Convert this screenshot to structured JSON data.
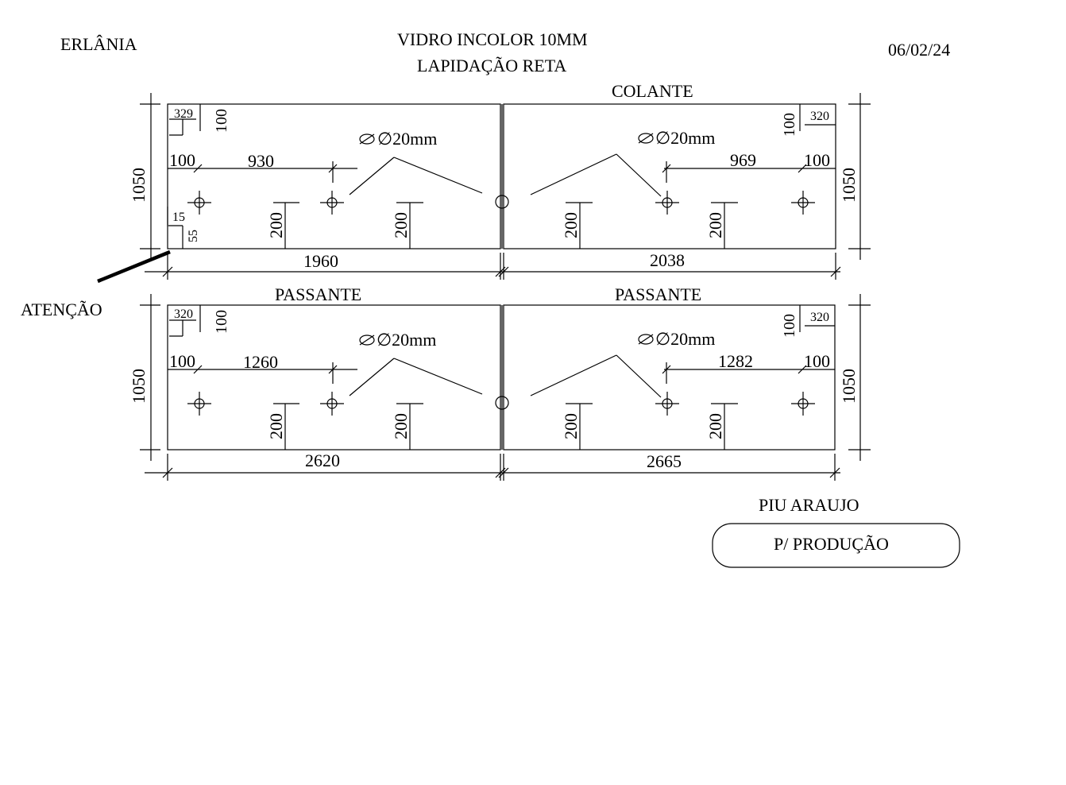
{
  "header": {
    "client": "ERLÂNIA",
    "glass_title": "VIDRO INCOLOR 10MM",
    "finish": "LAPIDAÇÃO RETA",
    "date": "06/02/24"
  },
  "row1": {
    "height_left": "1050",
    "height_right": "1050",
    "label_right": "COLANTE",
    "left_piece": {
      "notch_w": "329",
      "notch_h": "100",
      "edge": "100",
      "hole_span": "930",
      "diameter": "∅20mm",
      "v_left": "200",
      "v_right": "200",
      "small_a": "15",
      "small_b": "55",
      "width": "1960"
    },
    "right_piece": {
      "notch_w": "320",
      "notch_h": "100",
      "edge": "100",
      "hole_span": "969",
      "diameter": "∅20mm",
      "v_left": "200",
      "v_right": "200",
      "width": "2038"
    }
  },
  "warning": "ATENÇÃO",
  "row2": {
    "height_left": "1050",
    "height_right": "1050",
    "label_left": "PASSANTE",
    "label_right": "PASSANTE",
    "left_piece": {
      "notch_w": "320",
      "notch_h": "100",
      "edge": "100",
      "hole_span": "1260",
      "diameter": "∅20mm",
      "v_left": "200",
      "v_right": "200",
      "width": "2620"
    },
    "right_piece": {
      "notch_w": "320",
      "notch_h": "100",
      "edge": "100",
      "hole_span": "1282",
      "diameter": "∅20mm",
      "v_left": "200",
      "v_right": "200",
      "width": "2665"
    }
  },
  "footer": {
    "designer": "PIU ARAUJO",
    "status_button": "P/ PRODUÇÃO"
  }
}
